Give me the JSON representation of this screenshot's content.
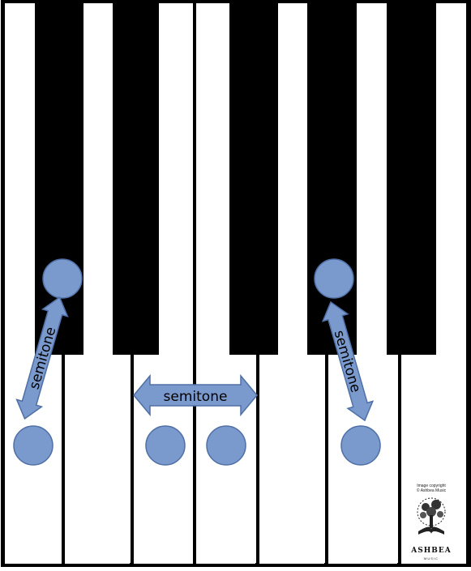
{
  "diagram": {
    "labels": {
      "left_interval": "semitone",
      "middle_interval": "semitone",
      "right_interval": "semitone"
    },
    "colors": {
      "marker_fill": "#7a9acd",
      "marker_stroke": "#4f6fa6",
      "black_key": "#000000",
      "white_key": "#ffffff",
      "arrow_fill": "#7a9acd"
    }
  },
  "credit": {
    "copyright_line1": "Image copyright",
    "copyright_line2": "© Ashbea Music",
    "logo_name": "ASHBEA",
    "logo_sub": "MUSIC"
  }
}
